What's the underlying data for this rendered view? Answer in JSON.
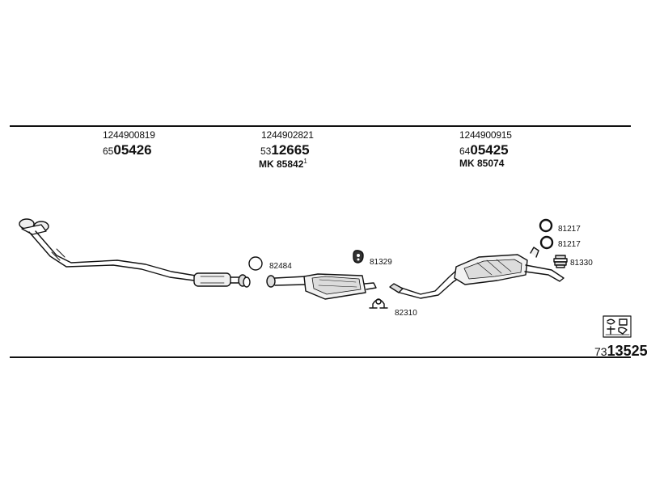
{
  "colors": {
    "line": "#111111",
    "fill_light": "#f2f2f2",
    "fill_mid": "#dddddd"
  },
  "groups": [
    {
      "oe": "1244900819",
      "prefix": "65",
      "number": "05426",
      "mk": "",
      "mk_sup": ""
    },
    {
      "oe": "1244902821",
      "prefix": "53",
      "number": "12665",
      "mk": "MK  85842",
      "mk_sup": "1"
    },
    {
      "oe": "1244900915",
      "prefix": "64",
      "number": "05425",
      "mk": "MK  85074",
      "mk_sup": ""
    }
  ],
  "small_parts": [
    {
      "label": "82484",
      "icon": "ring-gasket-icon"
    },
    {
      "label": "81329",
      "icon": "rubber-hanger-icon"
    },
    {
      "label": "82310",
      "icon": "clamp-bracket-icon"
    },
    {
      "label": "81217",
      "icon": "ring-gasket-icon"
    },
    {
      "label": "81217",
      "icon": "rubber-ring-icon"
    },
    {
      "label": "81330",
      "icon": "damper-stack-icon"
    }
  ],
  "footer": {
    "prefix": "73",
    "number": "13525",
    "icon": "assembly-kit-icon"
  }
}
